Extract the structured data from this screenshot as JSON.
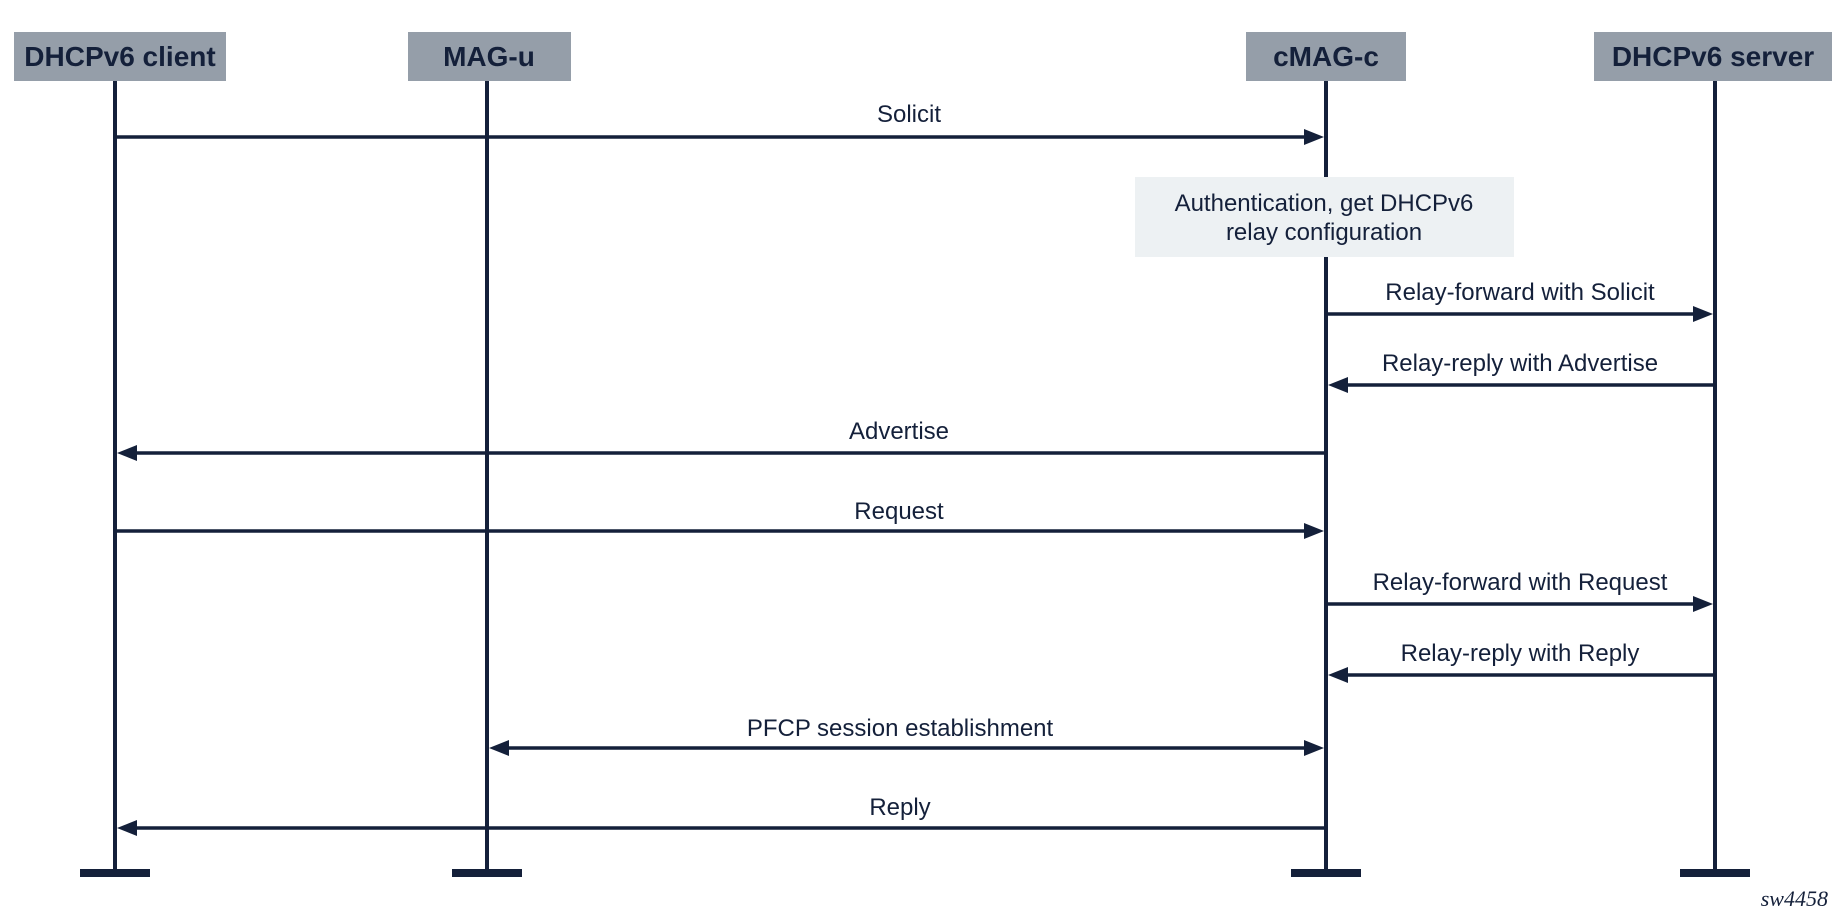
{
  "participants": [
    {
      "id": "client",
      "label": "DHCPv6 client"
    },
    {
      "id": "mag_u",
      "label": "MAG-u"
    },
    {
      "id": "cmag_c",
      "label": "cMAG-c"
    },
    {
      "id": "server",
      "label": "DHCPv6 server"
    }
  ],
  "messages": [
    {
      "from": "client",
      "to": "cmag_c",
      "label": "Solicit",
      "bidirectional": false
    },
    {
      "from": "cmag_c",
      "to": "server",
      "label": "Relay-forward with Solicit",
      "bidirectional": false
    },
    {
      "from": "server",
      "to": "cmag_c",
      "label": "Relay-reply with Advertise",
      "bidirectional": false
    },
    {
      "from": "cmag_c",
      "to": "client",
      "label": "Advertise",
      "bidirectional": false
    },
    {
      "from": "client",
      "to": "cmag_c",
      "label": "Request",
      "bidirectional": false
    },
    {
      "from": "cmag_c",
      "to": "server",
      "label": "Relay-forward with Request",
      "bidirectional": false
    },
    {
      "from": "server",
      "to": "cmag_c",
      "label": "Relay-reply with Reply",
      "bidirectional": false
    },
    {
      "from": "mag_u",
      "to": "cmag_c",
      "label": "PFCP session establishment",
      "bidirectional": true
    },
    {
      "from": "cmag_c",
      "to": "client",
      "label": "Reply",
      "bidirectional": false
    }
  ],
  "note": {
    "participant": "cmag_c",
    "lines": [
      "Authentication, get DHCPv6",
      "relay configuration"
    ]
  },
  "figure_ref": "sw4458",
  "colors": {
    "ink": "#14203a",
    "header_fill": "#959ea9",
    "note_fill": "#edf1f3"
  }
}
